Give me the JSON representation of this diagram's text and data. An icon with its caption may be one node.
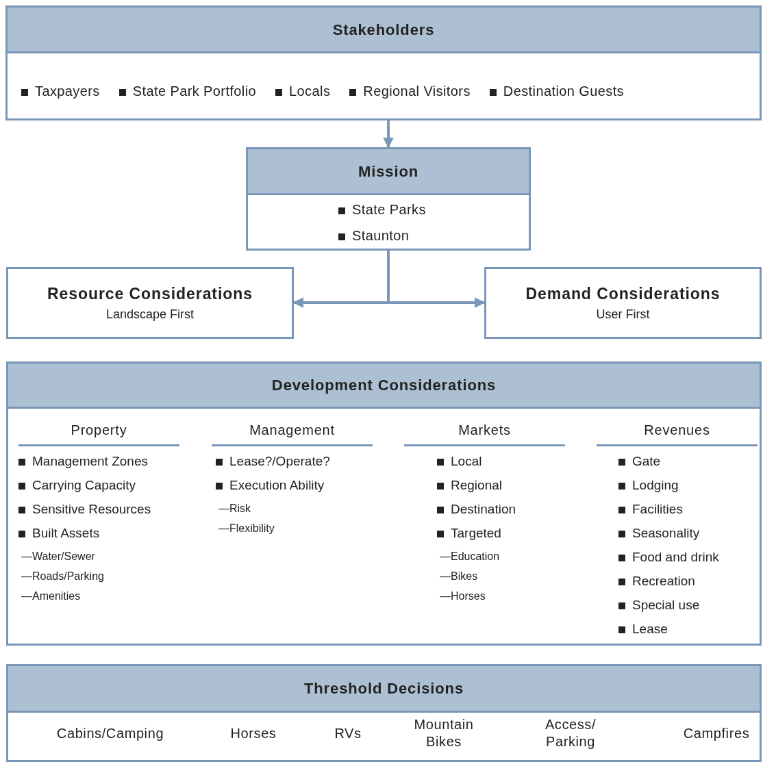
{
  "diagram": {
    "nodes": [
      {
        "text": [
          "Stakeholders",
          "Taxpayers",
          "State Park Portfolio",
          "Locals",
          "Regional Visitors",
          "Destination Guests"
        ]
      },
      {
        "text": [
          "Mission",
          "State Parks",
          "Staunton"
        ]
      },
      {
        "text": [
          "Resource Considerations",
          "Landscape First"
        ]
      },
      {
        "text": [
          "Demand Considerations",
          "User First"
        ]
      },
      {
        "text": [
          "Development Considerations",
          "Property",
          "Management Zones",
          "Carrying Capacity",
          "Sensitive Resources",
          "Built Assets",
          "—Water/Sewer",
          "—Roads/Parking",
          "—Amenities",
          "Management",
          "Lease?/Operate?",
          "Execution Ability",
          "—Risk",
          "—Flexibility",
          "Markets",
          "Local",
          "Regional",
          "Destination",
          "Targeted",
          "—Education",
          "—Bikes",
          "—Horses",
          "Revenues",
          "Gate",
          "Lodging",
          "Facilities",
          "Seasonality",
          "Food and drink",
          "Recreation",
          "Special use",
          "Lease"
        ]
      },
      {
        "text": [
          "Threshold Decisions",
          "Cabins/Camping",
          "Horses",
          "RVs",
          "Mountain Bikes",
          "Access/ Parking",
          "Campfires"
        ]
      }
    ],
    "edges": [
      {
        "from": 0,
        "to": 1,
        "arrow": "to"
      },
      {
        "from": 1,
        "to": 2,
        "arrow": "to"
      },
      {
        "from": 1,
        "to": 3,
        "arrow": "to"
      }
    ]
  }
}
